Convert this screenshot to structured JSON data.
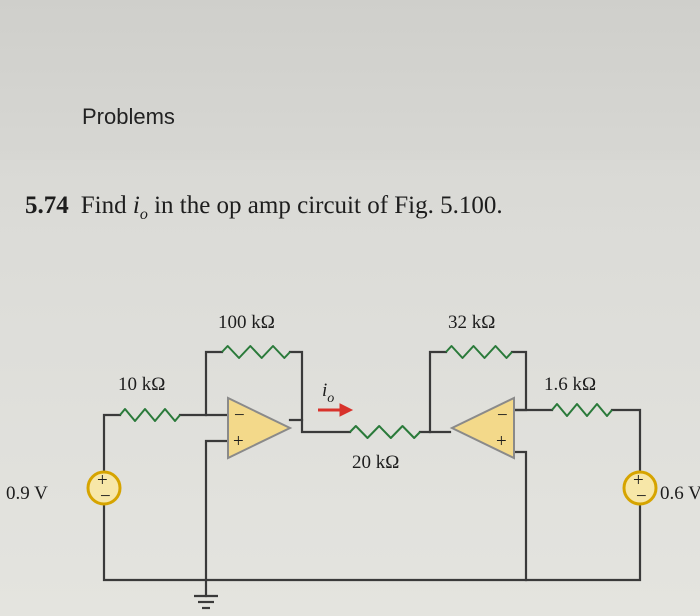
{
  "section": {
    "title": "Problems"
  },
  "problem": {
    "number": "5.74",
    "text_before": "Find ",
    "variable": "i",
    "variable_sub": "o",
    "text_after": " in the op amp circuit of Fig. 5.100."
  },
  "circuit": {
    "labels": {
      "r_feedback_left": "100 kΩ",
      "r_feedback_right": "32 kΩ",
      "r_input_left": "10 kΩ",
      "r_input_right": "1.6 kΩ",
      "r_middle": "20 kΩ",
      "current_var": "i",
      "current_sub": "o",
      "source_left": "0.9 V",
      "source_right": "0.6 V",
      "plus": "+",
      "minus": "−"
    },
    "colors": {
      "wire": "#3a3a3a",
      "resistor": "#2a7a3a",
      "opamp_fill": "#f3d98a",
      "opamp_stroke": "#8a8a8a",
      "source_stroke": "#d6a400",
      "source_fill": "#f7e7a8",
      "arrow": "#d8322b"
    }
  }
}
